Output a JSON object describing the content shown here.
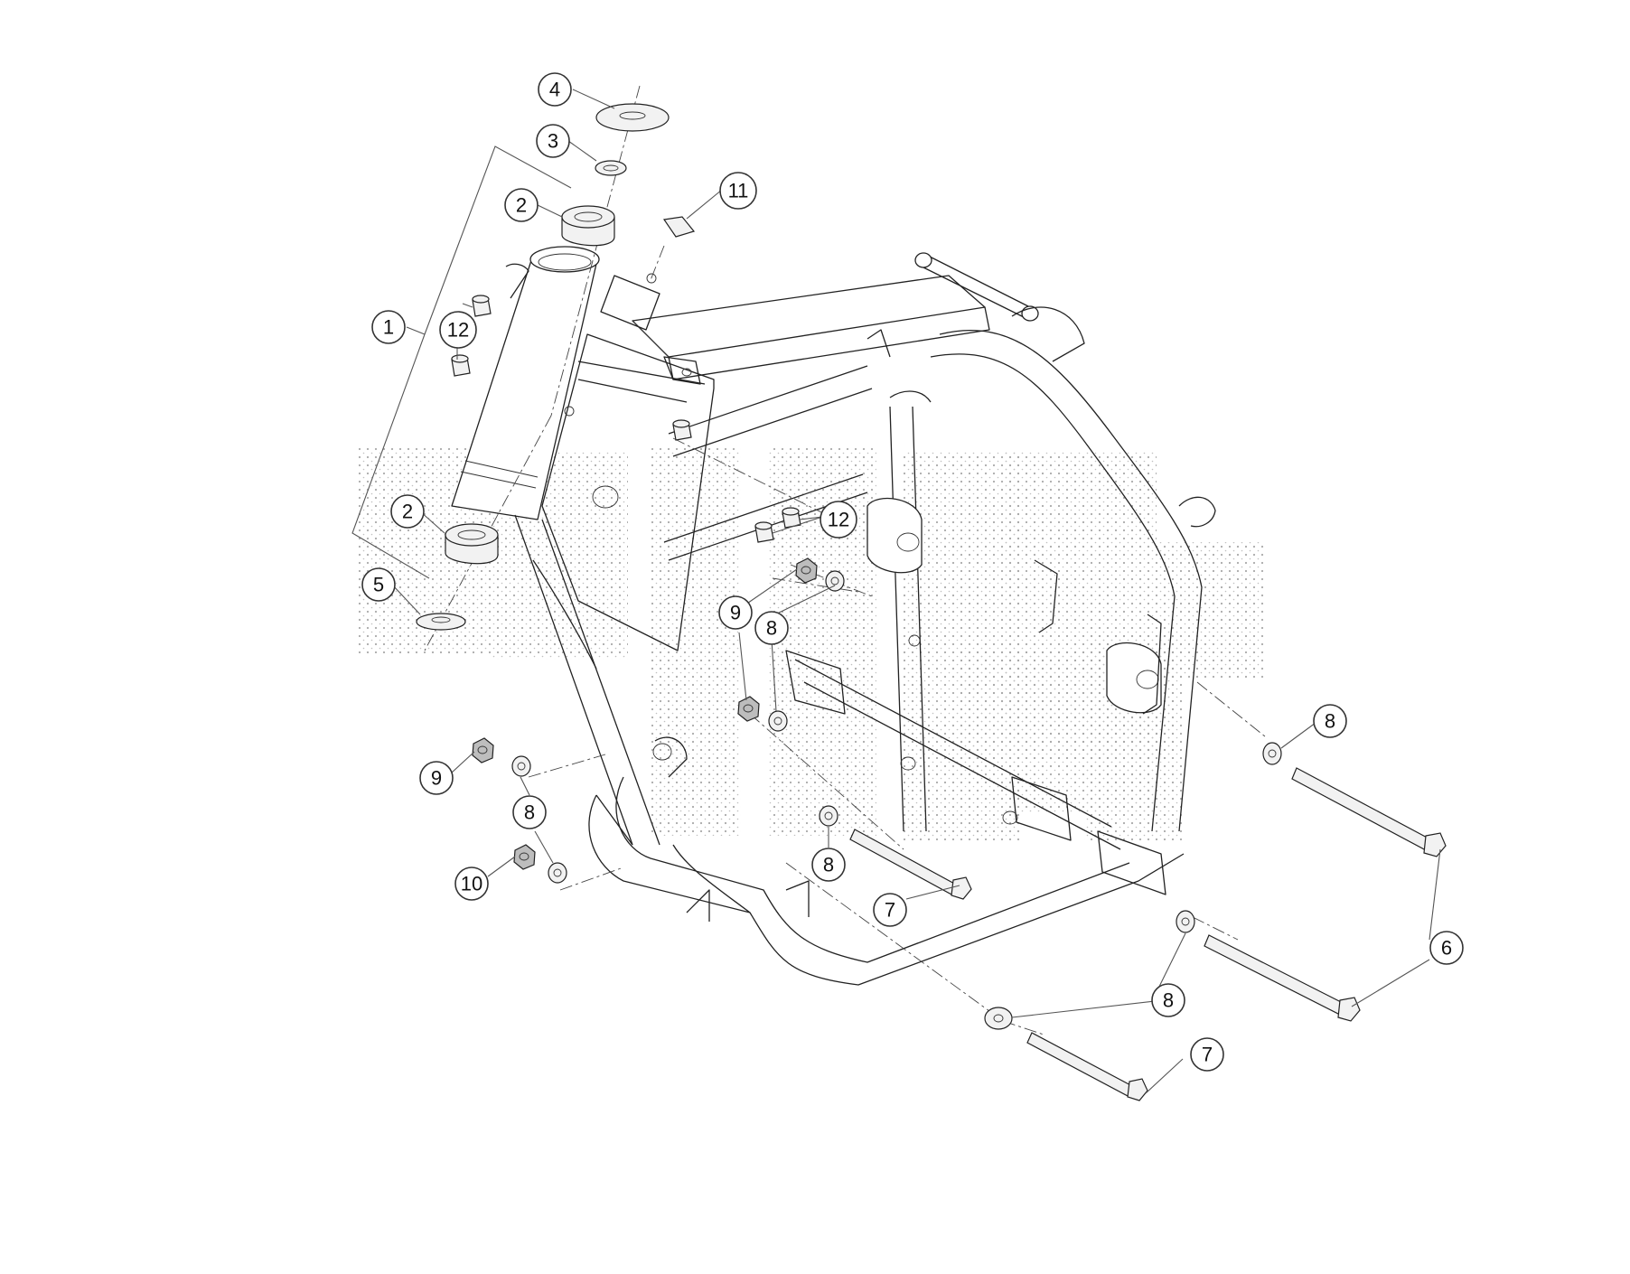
{
  "diagram": {
    "callouts": [
      {
        "id": "c1",
        "label": "1",
        "part": "frame"
      },
      {
        "id": "c2a",
        "label": "2",
        "part": "bearing-upper"
      },
      {
        "id": "c2b",
        "label": "2",
        "part": "bearing-lower"
      },
      {
        "id": "c3",
        "label": "3",
        "part": "ring"
      },
      {
        "id": "c4",
        "label": "4",
        "part": "top-cover"
      },
      {
        "id": "c5",
        "label": "5",
        "part": "lower-washer"
      },
      {
        "id": "c6",
        "label": "6",
        "part": "long-bolts"
      },
      {
        "id": "c7a",
        "label": "7",
        "part": "bolt-middle"
      },
      {
        "id": "c7b",
        "label": "7",
        "part": "bolt-bottom"
      },
      {
        "id": "c8a",
        "label": "8",
        "part": "washer-center"
      },
      {
        "id": "c8b",
        "label": "8",
        "part": "washer-right"
      },
      {
        "id": "c8c",
        "label": "8",
        "part": "washer-left"
      },
      {
        "id": "c8d",
        "label": "8",
        "part": "washer-mid-lower"
      },
      {
        "id": "c8e",
        "label": "8",
        "part": "washer-bottom"
      },
      {
        "id": "c9a",
        "label": "9",
        "part": "nut-center"
      },
      {
        "id": "c9b",
        "label": "9",
        "part": "nut-left"
      },
      {
        "id": "c10",
        "label": "10",
        "part": "nut-lower-left"
      },
      {
        "id": "c11",
        "label": "11",
        "part": "clip"
      },
      {
        "id": "c12a",
        "label": "12",
        "part": "bush-upper"
      },
      {
        "id": "c12b",
        "label": "12",
        "part": "bush-center"
      }
    ],
    "icons": [
      "halftone-watermark-pattern"
    ],
    "colors": {
      "line": "#222222",
      "background": "#ffffff",
      "watermark": "#9a9a9a"
    }
  }
}
